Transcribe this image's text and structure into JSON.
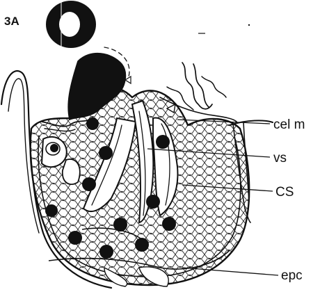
{
  "figure": {
    "panel_label": "3A",
    "labels": {
      "cel_m": "cel m",
      "vs": "vs",
      "cs": "CS",
      "epc": "epc"
    }
  },
  "colors": {
    "ink": "#111111",
    "background": "#ffffff"
  }
}
